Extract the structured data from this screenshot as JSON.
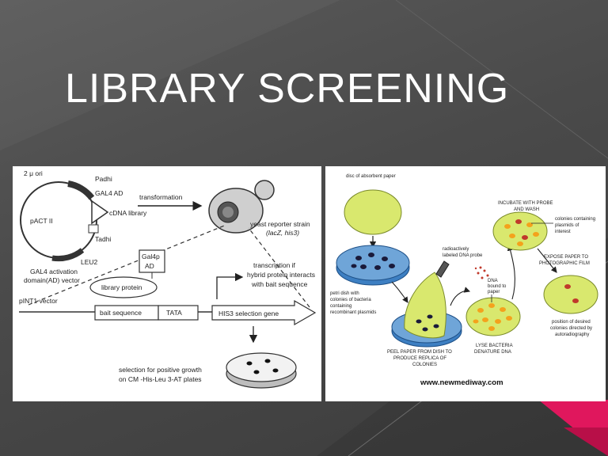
{
  "slide": {
    "title": "LIBRARY SCREENING",
    "colors": {
      "background": "#4a4a4a",
      "accent": "#e0175d",
      "title": "#ffffff",
      "colony_yellow": "#d9e86e",
      "dish_blue": "#6fa5d8",
      "colony_orange": "#f4a21c",
      "signal_red": "#c0392b"
    }
  },
  "left_diagram": {
    "plasmid_labels": {
      "ori": "2 μ ori",
      "padhi": "Padhi",
      "gal4ad": "GAL4 AD",
      "pact": "pACT II",
      "cdna": "cDNA library",
      "tadh": "Tadhi",
      "leu2": "LEU2"
    },
    "vector_caption_1": "GAL4 activation",
    "vector_caption_2": "domain(AD) vector",
    "transformation": "transformation",
    "yeast_strain_1": "yeast reporter strain",
    "yeast_strain_2": "(lacZ, his3)",
    "gal4bp_1": "Gal4p",
    "gal4bp_2": "AD",
    "library_protein": "library protein",
    "transcription_1": "transcription if",
    "transcription_2": "hybrid protein interacts",
    "transcription_3": "with bait sequence",
    "pint_vector": "pINT1 vector",
    "bait_sequence": "bait sequence",
    "tata": "TATA",
    "his3_gene": "HIS3 selection gene",
    "selection_1": "selection for positive growth",
    "selection_2": "on CM -His-Leu 3-AT plates"
  },
  "right_diagram": {
    "disc_label": "disc of absorbent paper",
    "incubate_1": "INCUBATE WITH PROBE",
    "incubate_2": "AND WASH",
    "colonies_plasmids_1": "colonies containing",
    "colonies_plasmids_2": "plasmids of",
    "colonies_plasmids_3": "interest",
    "radio_probe_1": "radioactively",
    "radio_probe_2": "labeled DNA probe",
    "expose_1": "EXPOSE PAPER TO",
    "expose_2": "PHOTOGRAPHIC FILM",
    "dna_bound_1": "DNA",
    "dna_bound_2": "bound to",
    "dna_bound_3": "paper",
    "petri_1": "petri dish with",
    "petri_2": "colonies of bacteria",
    "petri_3": "containing",
    "petri_4": "recombinant plasmids",
    "position_1": "position of desired",
    "position_2": "colonies directed by",
    "position_3": "autoradiography",
    "peel_1": "PEEL PAPER FROM DISH TO",
    "peel_2": "PRODUCE REPLICA OF",
    "peel_3": "COLONIES",
    "lyse_1": "LYSE BACTERIA",
    "lyse_2": "DENATURE DNA",
    "website": "www.newmediway.com"
  }
}
